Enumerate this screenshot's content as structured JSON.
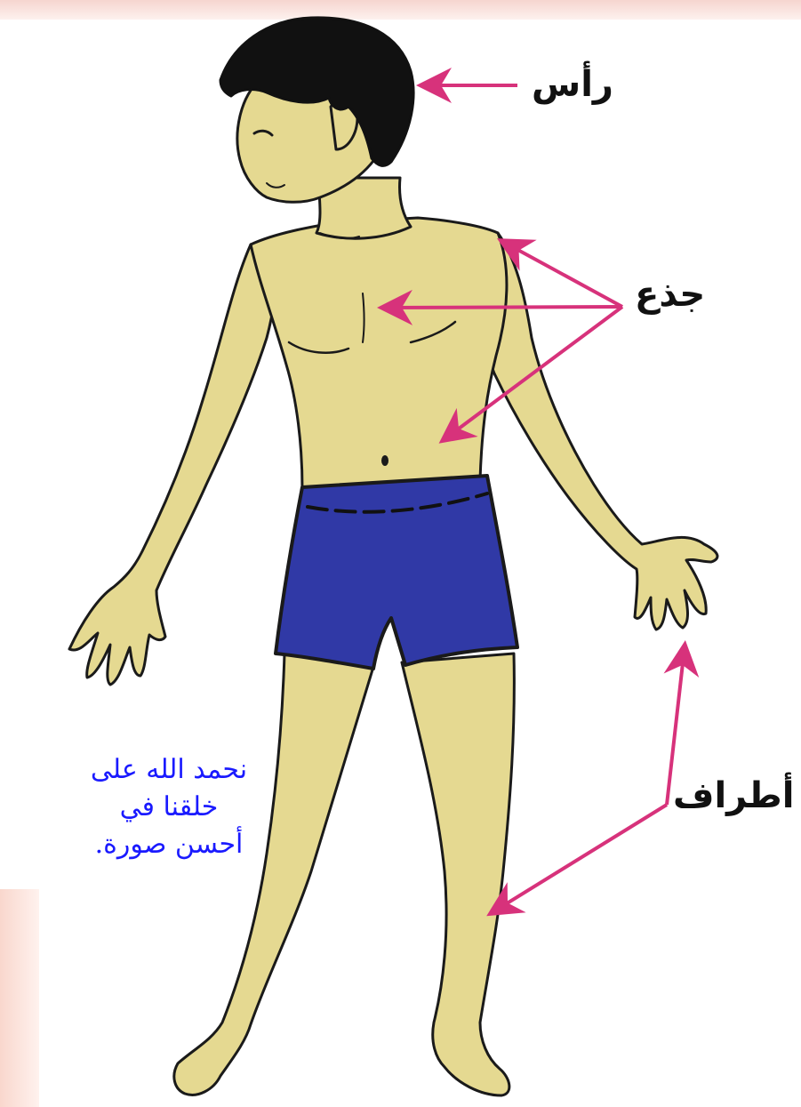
{
  "labels": {
    "head": "رأس",
    "trunk": "جذع",
    "limbs": "أطراف"
  },
  "caption": {
    "line1": "نحمد الله على",
    "line2": "خلقنا في",
    "line3": "أحسن صورة."
  },
  "colors": {
    "skin": "#e5d991",
    "hair": "#111111",
    "shorts": "#3039a6",
    "arrow": "#d7327b",
    "caption": "#1a1aff",
    "outline": "#1a1a1a"
  }
}
